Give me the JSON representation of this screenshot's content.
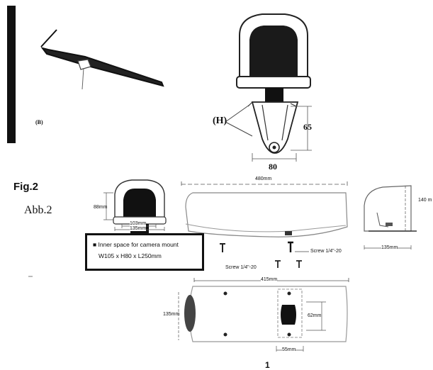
{
  "labels": {
    "b": "(B)",
    "h": "(H)",
    "dim_65": "65",
    "dim_80": "80",
    "fig": "Fig.2",
    "abb": "Abb.2",
    "dim_480": "480mm",
    "dim_140": "140 m",
    "dim_88": "88mm",
    "dim_103": "103mm",
    "dim_135_front": "135mm",
    "dim_135_side": "135mm",
    "screw_right": "Screw 1/4\"-20",
    "screw_left": "Screw 1/4\"-20",
    "dim_415": "415mm",
    "dim_135_left": "135mm",
    "dim_62": "62mm",
    "dim_55": "55mm",
    "page_number": "1"
  },
  "note": {
    "line1": "■ Inner space for camera mount",
    "line2": "W105 x H80 x L250mm"
  }
}
